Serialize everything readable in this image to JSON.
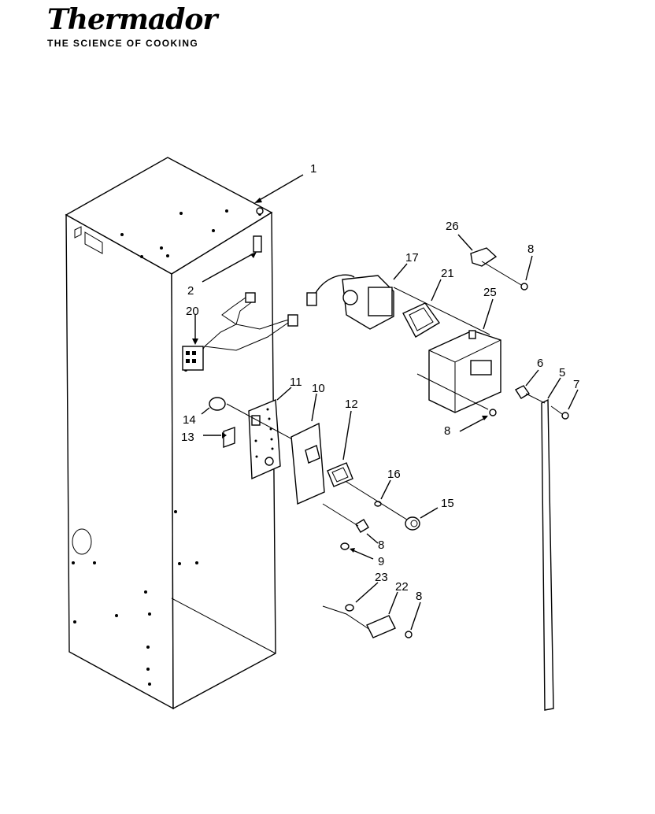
{
  "brand": {
    "name": "Thermador",
    "tagline": "THE SCIENCE OF COOKING"
  },
  "callouts": [
    {
      "id": "1",
      "text": "1"
    },
    {
      "id": "2",
      "text": "2"
    },
    {
      "id": "20",
      "text": "20"
    },
    {
      "id": "26",
      "text": "26"
    },
    {
      "id": "17",
      "text": "17"
    },
    {
      "id": "21",
      "text": "21"
    },
    {
      "id": "25",
      "text": "25"
    },
    {
      "id": "8a",
      "text": "8"
    },
    {
      "id": "11",
      "text": "11"
    },
    {
      "id": "10",
      "text": "10"
    },
    {
      "id": "12",
      "text": "12"
    },
    {
      "id": "14",
      "text": "14"
    },
    {
      "id": "13",
      "text": "13"
    },
    {
      "id": "6",
      "text": "6"
    },
    {
      "id": "5",
      "text": "5"
    },
    {
      "id": "7",
      "text": "7"
    },
    {
      "id": "8b",
      "text": "8"
    },
    {
      "id": "16",
      "text": "16"
    },
    {
      "id": "15",
      "text": "15"
    },
    {
      "id": "8c",
      "text": "8"
    },
    {
      "id": "9",
      "text": "9"
    },
    {
      "id": "23",
      "text": "23"
    },
    {
      "id": "22",
      "text": "22"
    },
    {
      "id": "8d",
      "text": "8"
    }
  ]
}
